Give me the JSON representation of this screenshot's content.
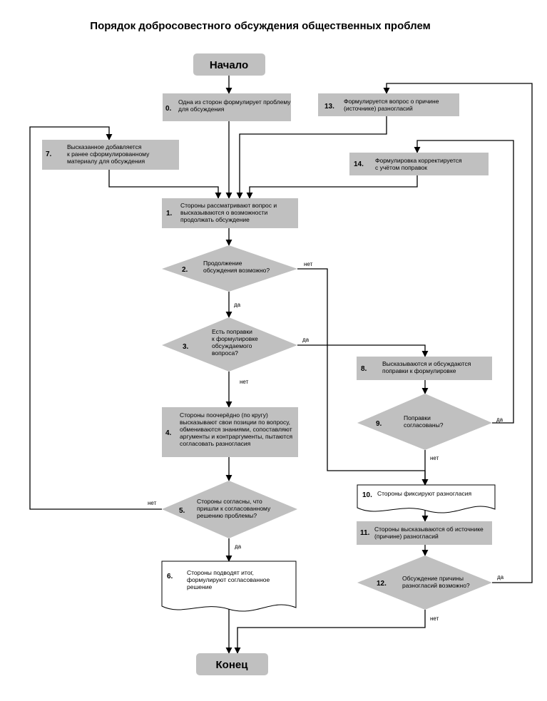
{
  "title": "Порядок добросовестного обсуждения общественных проблем",
  "colors": {
    "fill": "#c0c0c0",
    "line": "#000000",
    "doc_fill": "#ffffff"
  },
  "nodes": {
    "start": {
      "label": "Начало"
    },
    "end": {
      "label": "Конец"
    },
    "n0": {
      "num": "0.",
      "lines": [
        "Одна из сторон формулирует проблему",
        "для обсуждения"
      ]
    },
    "n1": {
      "num": "1.",
      "lines": [
        "Стороны рассматривают вопрос и",
        "высказываются о возможности",
        "продолжать обсуждение"
      ]
    },
    "n2": {
      "num": "2.",
      "lines": [
        "Продолжение",
        "обсуждения возможно?"
      ]
    },
    "n3": {
      "num": "3.",
      "lines": [
        "Есть поправки",
        "к формулировке",
        "обсуждаемого",
        "вопроса?"
      ]
    },
    "n4": {
      "num": "4.",
      "lines": [
        "Стороны поочерёдно (по кругу)",
        "высказывают свои позиции по вопросу,",
        "обмениваются знаниями, сопоставляют",
        "аргументы и контраргументы, пытаются",
        "согласовать разногласия"
      ]
    },
    "n5": {
      "num": "5.",
      "lines": [
        "Стороны согласны, что",
        "пришли к согласованному",
        "решению проблемы?"
      ]
    },
    "n6": {
      "num": "6.",
      "lines": [
        "Стороны подводят итог,",
        "формулируют согласованное",
        "решение"
      ]
    },
    "n7": {
      "num": "7.",
      "lines": [
        "Высказанное добавляется",
        "к ранее сформулированному",
        "материалу для обсуждения"
      ]
    },
    "n8": {
      "num": "8.",
      "lines": [
        "Высказываются и обсуждаются",
        "поправки к формулировке"
      ]
    },
    "n9": {
      "num": "9.",
      "lines": [
        "Поправки",
        "согласованы?"
      ]
    },
    "n10": {
      "num": "10.",
      "lines": [
        "Стороны фиксируют разногласия"
      ]
    },
    "n11": {
      "num": "11.",
      "lines": [
        "Стороны высказываются об источнике",
        "(причине) разногласий"
      ]
    },
    "n12": {
      "num": "12.",
      "lines": [
        "Обсуждение причины",
        "разногласий возможно?"
      ]
    },
    "n13": {
      "num": "13.",
      "lines": [
        "Формулируется вопрос о причине",
        "(источнике) разногласий"
      ]
    },
    "n14": {
      "num": "14.",
      "lines": [
        "Формулировка корректируется",
        "с учётом поправок"
      ]
    }
  },
  "edge_labels": {
    "n2_no": "нет",
    "n2_yes": "да",
    "n3_yes": "да",
    "n3_no": "нет",
    "n5_no": "нет",
    "n5_yes": "да",
    "n9_yes": "да",
    "n9_no": "нет",
    "n12_yes": "да",
    "n12_no": "нет"
  }
}
